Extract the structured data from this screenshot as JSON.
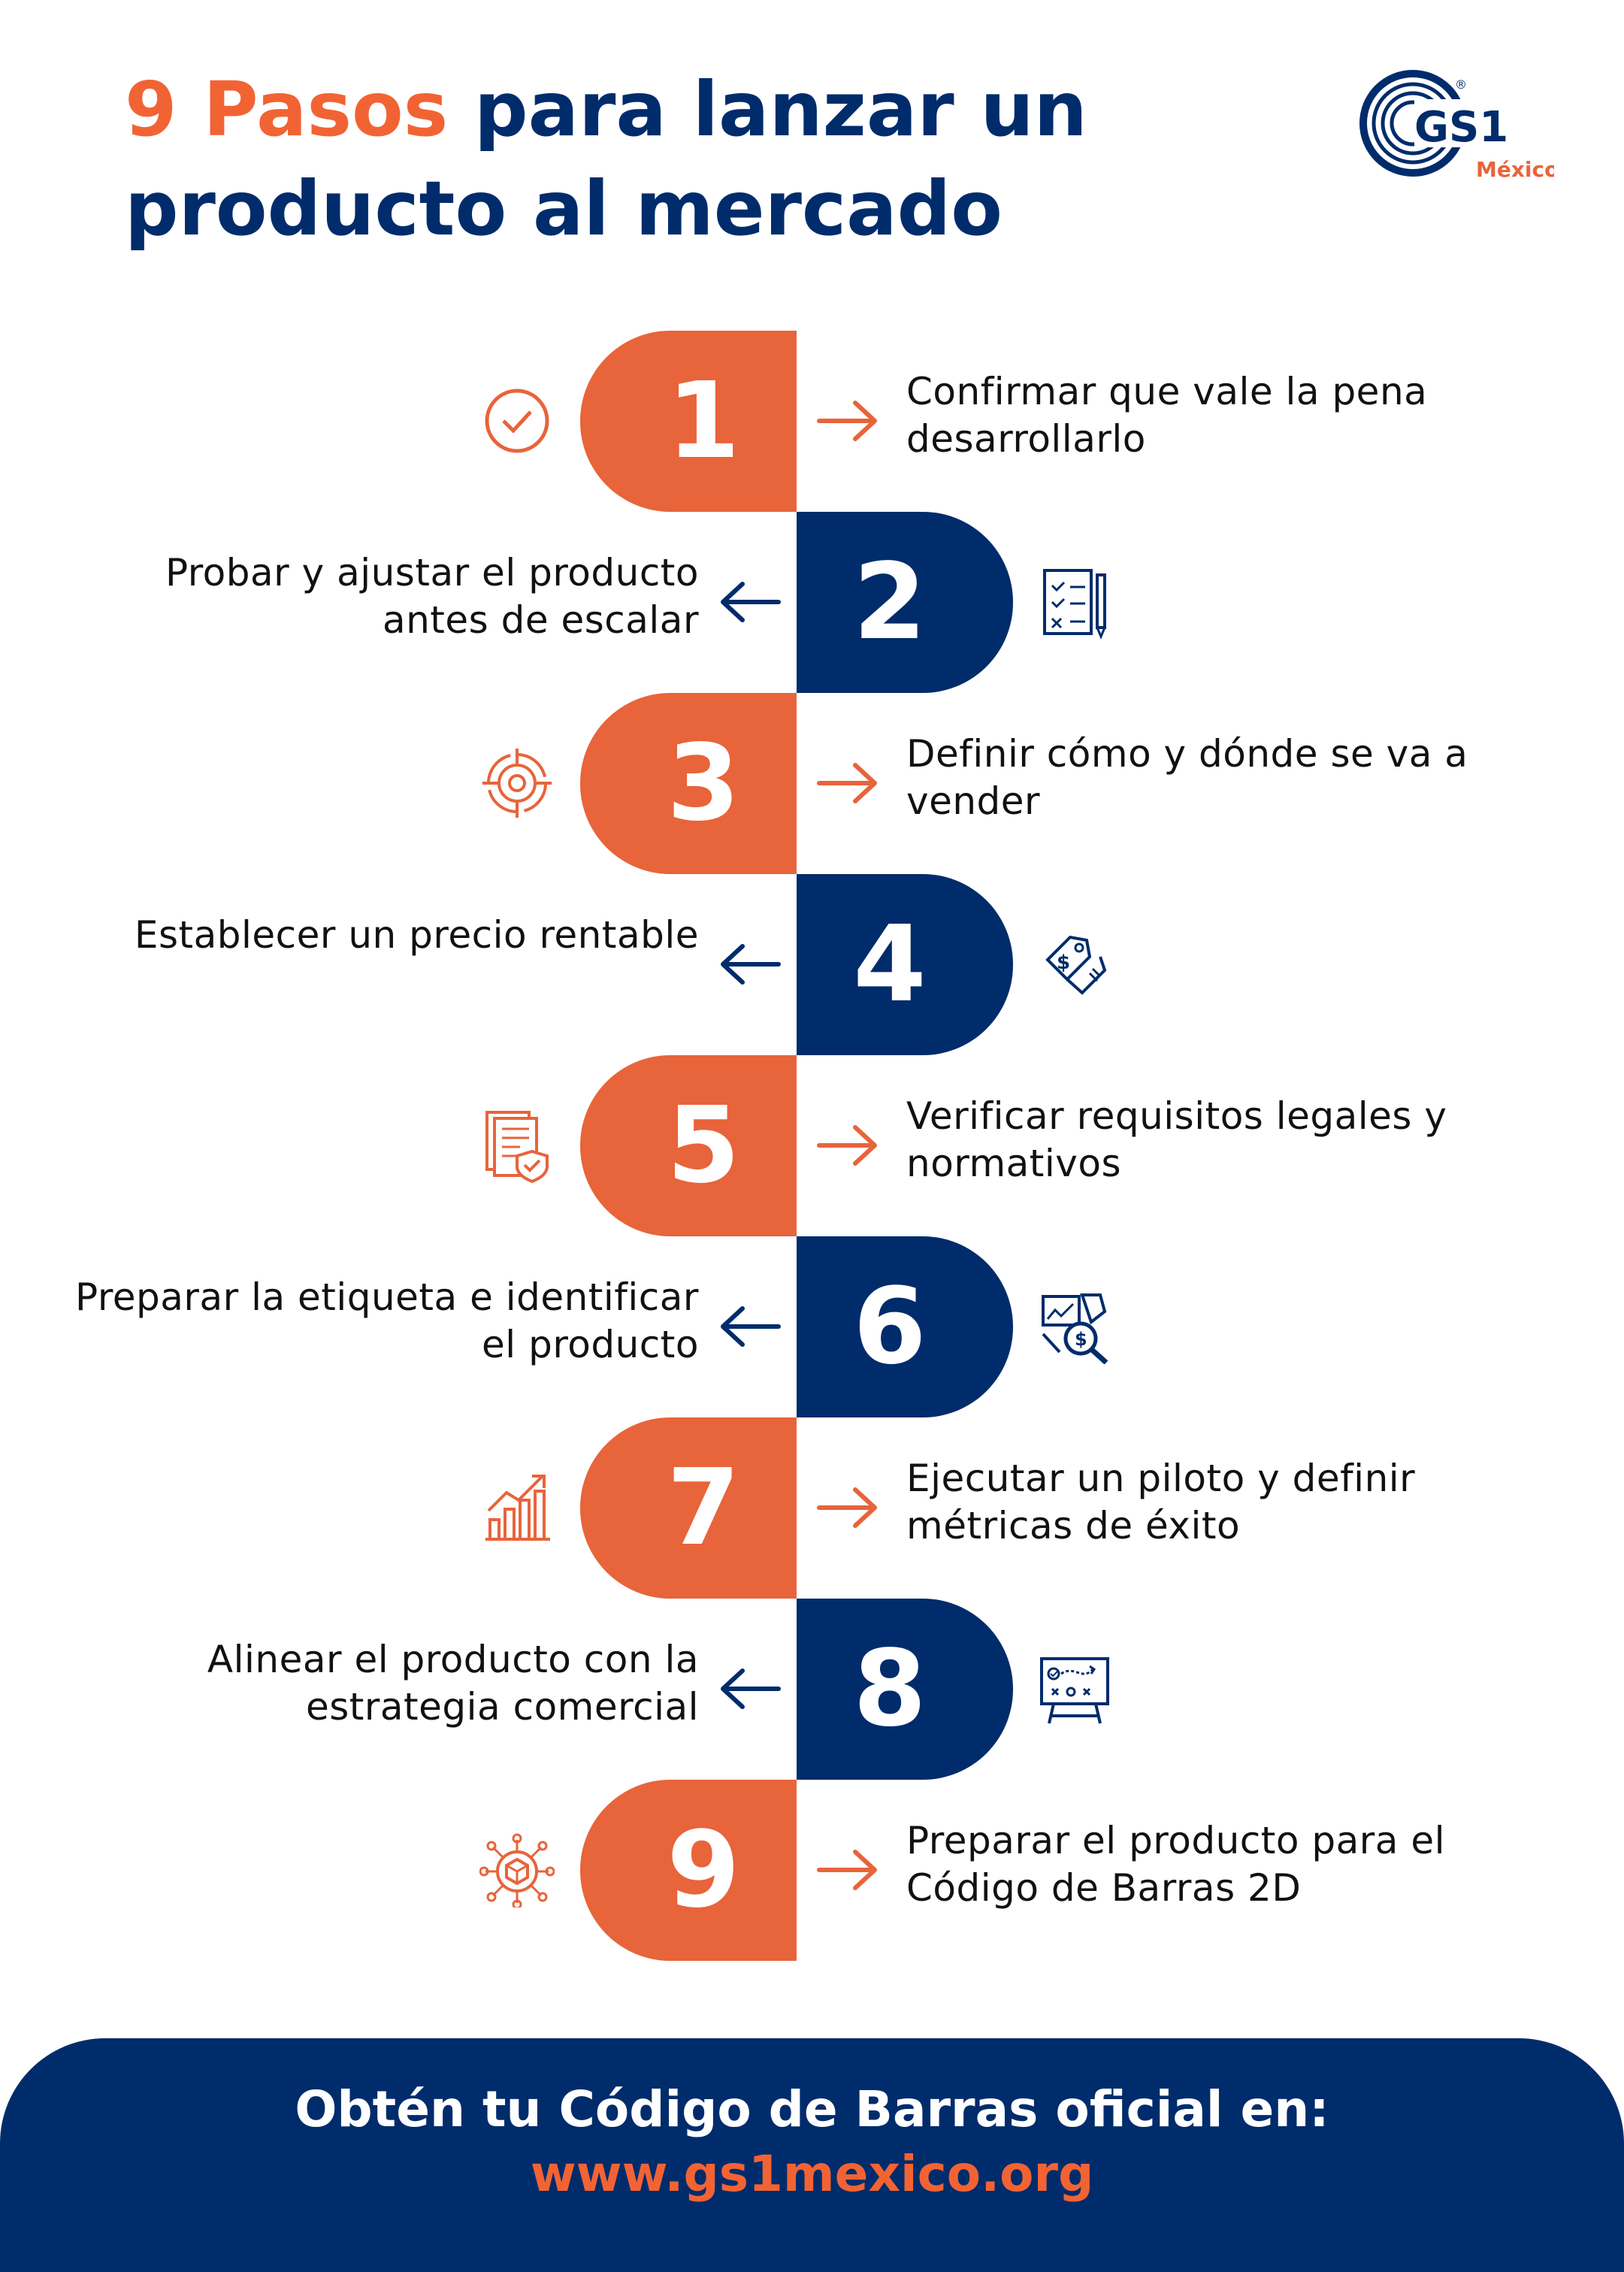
{
  "header": {
    "title_accent": "9 Pasos",
    "title_rest": " para lanzar un producto al mercado"
  },
  "logo": {
    "brand": "GS1",
    "region": "México"
  },
  "steps": [
    {
      "number": "1",
      "text": "Confirmar que vale la pena desarrollarlo",
      "icon": "checkmark-circle-icon"
    },
    {
      "number": "2",
      "text": "Probar y ajustar el producto antes de escalar",
      "icon": "checklist-icon"
    },
    {
      "number": "3",
      "text": "Definir cómo y dónde se va a vender",
      "icon": "target-icon"
    },
    {
      "number": "4",
      "text": "Establecer un precio rentable",
      "icon": "price-tag-icon"
    },
    {
      "number": "5",
      "text": "Verificar requisitos legales y normativos",
      "icon": "document-shield-icon"
    },
    {
      "number": "6",
      "text": "Preparar la etiqueta e identificar el producto",
      "icon": "analysis-magnifier-icon"
    },
    {
      "number": "7",
      "text": "Ejecutar un piloto y definir métricas de éxito",
      "icon": "growth-chart-icon"
    },
    {
      "number": "8",
      "text": "Alinear el producto con la estrategia comercial",
      "icon": "strategy-board-icon"
    },
    {
      "number": "9",
      "text": "Preparar el producto para el Código de Barras 2D",
      "icon": "product-network-icon"
    }
  ],
  "footer": {
    "cta": "Obtén tu Código de Barras oficial en:",
    "url": "www.gs1mexico.org"
  },
  "colors": {
    "orange": "#e8643a",
    "navy": "#002c6c",
    "text": "#111111"
  }
}
